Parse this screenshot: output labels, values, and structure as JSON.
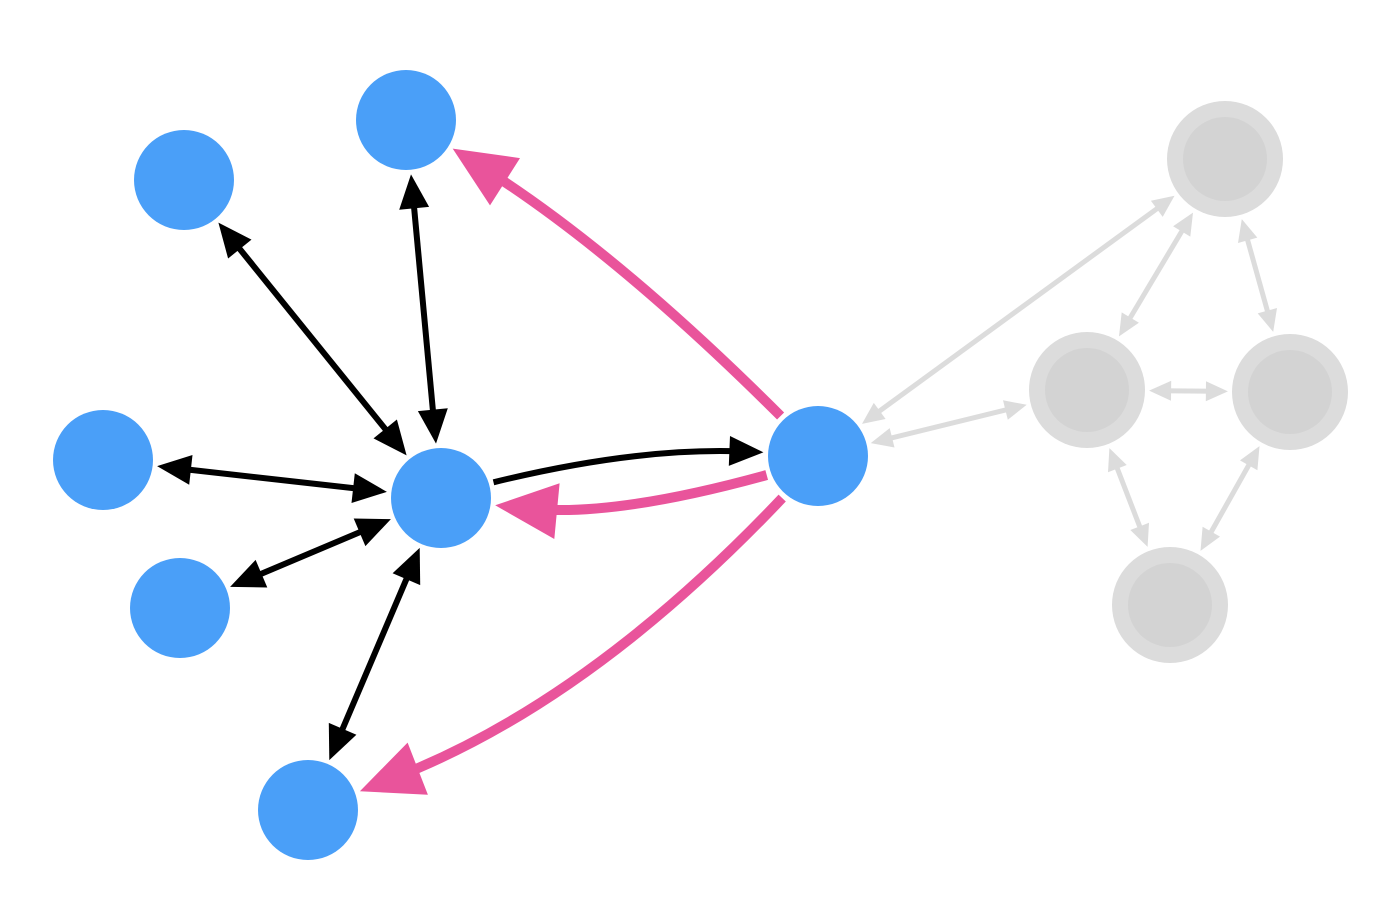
{
  "diagram": {
    "colors": {
      "node_active": "#4a9ff8",
      "node_inactive_fill": "#d3d3d3",
      "node_inactive_ring": "#dcdcdc",
      "edge_black": "#000000",
      "edge_pink": "#e9549b",
      "edge_gray": "#dcdcdc"
    },
    "nodes": [
      {
        "id": "hub",
        "group": "active"
      },
      {
        "id": "bridge",
        "group": "active"
      },
      {
        "id": "top",
        "group": "active"
      },
      {
        "id": "upper-left",
        "group": "active"
      },
      {
        "id": "left",
        "group": "active"
      },
      {
        "id": "lower-left",
        "group": "active"
      },
      {
        "id": "bottom",
        "group": "active"
      },
      {
        "id": "gray-top",
        "group": "inactive"
      },
      {
        "id": "gray-left",
        "group": "inactive"
      },
      {
        "id": "gray-right",
        "group": "inactive"
      },
      {
        "id": "gray-bottom",
        "group": "inactive"
      }
    ],
    "edges": [
      {
        "from": "hub",
        "to": "upper-left",
        "style": "black",
        "direction": "both"
      },
      {
        "from": "hub",
        "to": "top",
        "style": "black",
        "direction": "both"
      },
      {
        "from": "hub",
        "to": "left",
        "style": "black",
        "direction": "both"
      },
      {
        "from": "hub",
        "to": "lower-left",
        "style": "black",
        "direction": "both"
      },
      {
        "from": "hub",
        "to": "bottom",
        "style": "black",
        "direction": "both"
      },
      {
        "from": "hub",
        "to": "bridge",
        "style": "black",
        "direction": "forward"
      },
      {
        "from": "bridge",
        "to": "hub",
        "style": "pink",
        "direction": "forward"
      },
      {
        "from": "bridge",
        "to": "top",
        "style": "pink",
        "direction": "forward"
      },
      {
        "from": "bridge",
        "to": "bottom",
        "style": "pink",
        "direction": "forward"
      },
      {
        "from": "gray-top",
        "to": "bridge",
        "style": "gray",
        "direction": "both"
      },
      {
        "from": "gray-left",
        "to": "bridge",
        "style": "gray",
        "direction": "both"
      },
      {
        "from": "gray-top",
        "to": "gray-left",
        "style": "gray",
        "direction": "both"
      },
      {
        "from": "gray-top",
        "to": "gray-right",
        "style": "gray",
        "direction": "both"
      },
      {
        "from": "gray-left",
        "to": "gray-right",
        "style": "gray",
        "direction": "both"
      },
      {
        "from": "gray-left",
        "to": "gray-bottom",
        "style": "gray",
        "direction": "both"
      },
      {
        "from": "gray-bottom",
        "to": "gray-right",
        "style": "gray",
        "direction": "both"
      }
    ]
  }
}
